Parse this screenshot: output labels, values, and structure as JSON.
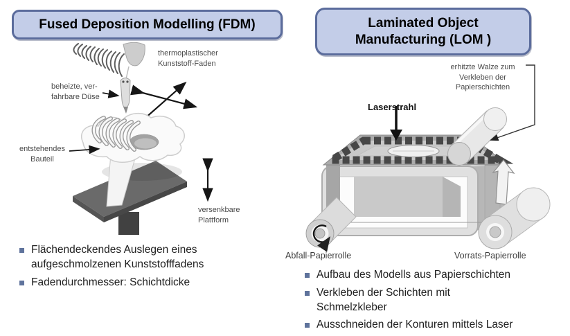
{
  "colors": {
    "title_box_fill": "#c3cde8",
    "title_box_border": "#5b6c9c",
    "bullet_square": "#5f739c",
    "diagram_label": "#4a4a4a",
    "body_text": "#202020"
  },
  "fdm": {
    "title": "Fused Deposition Modelling (FDM)",
    "labels": {
      "filament": "thermoplastischer\nKunststoff-Faden",
      "nozzle": "beheizte, ver-\nfahrbare Düse",
      "part": "entstehendes\nBauteil",
      "platform": "versenkbare\nPlattform"
    },
    "bullets": [
      "Flächendeckendes Auslegen eines\naufgeschmolzenen Kunststofffadens",
      "Fadendurchmesser: Schichtdicke"
    ]
  },
  "lom": {
    "title": "Laminated Object\nManufacturing (LOM )",
    "labels": {
      "roller": "erhitzte Walze zum\nVerkleben der\nPapierschichten",
      "laser": "Laserstrahl",
      "waste_roll": "Abfall-Papierrolle",
      "supply_roll": "Vorrats-Papierrolle"
    },
    "bullets": [
      "Aufbau des Modells aus Papierschichten",
      "Verkleben der Schichten mit\nSchmelzkleber",
      "Ausschneiden der Konturen mittels Laser"
    ]
  }
}
